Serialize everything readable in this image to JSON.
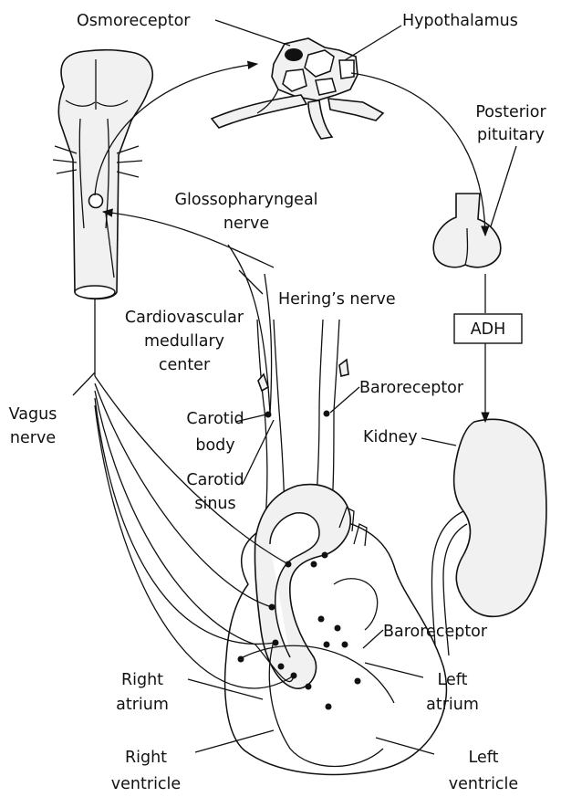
{
  "labels": {
    "osmoreceptor": "Osmoreceptor",
    "hypothalamus": "Hypothalamus",
    "posterior_pituitary": [
      "Posterior",
      "pituitary"
    ],
    "glossopharyngeal_nerve": [
      "Glossopharyngeal",
      "nerve"
    ],
    "herings_nerve": "Hering’s nerve",
    "cardiovascular_center": [
      "Cardiovascular",
      "medullary",
      "center"
    ],
    "adh": "ADH",
    "vagus_nerve": [
      "Vagus",
      "nerve"
    ],
    "carotid_body": [
      "Carotid",
      "body"
    ],
    "carotid_sinus": [
      "Carotid",
      "sinus"
    ],
    "baroreceptor_carotid": "Baroreceptor",
    "kidney": "Kidney",
    "baroreceptor_heart": "Baroreceptor",
    "left_atrium": [
      "Left",
      "atrium"
    ],
    "right_atrium": [
      "Right",
      "atrium"
    ],
    "right_ventricle": [
      "Right",
      "ventricle"
    ],
    "left_ventricle": [
      "Left",
      "ventricle"
    ]
  }
}
